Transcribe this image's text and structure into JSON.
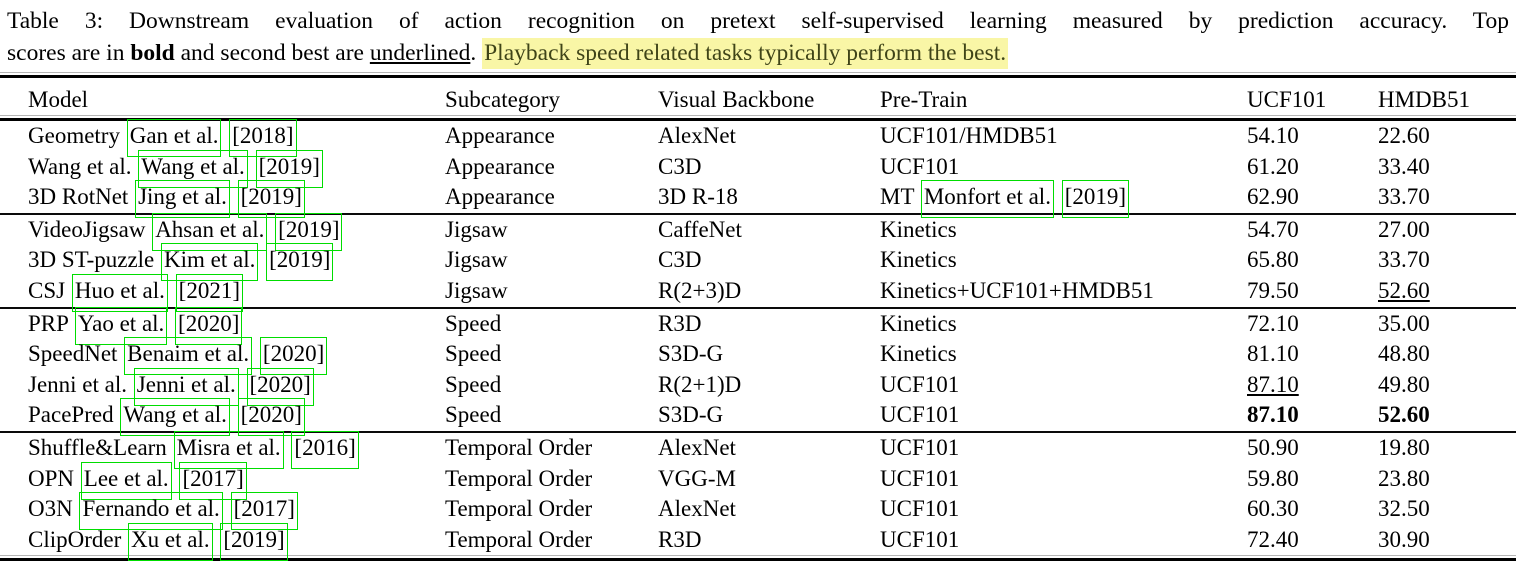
{
  "colors": {
    "highlight_bg": "#f9f6a6",
    "highlight_text": "#3f4418",
    "citation_box": "#00dd00"
  },
  "caption": {
    "line1": "Table 3: Downstream evaluation of action recognition on pretext self-supervised learning measured by prediction accuracy. Top",
    "line2_prefix": "scores are in ",
    "bold_word": "bold",
    "line2_mid": " and second best are ",
    "underlined_word": "underlined",
    "line2_sep": ". ",
    "highlighted_sentence": "Playback speed related tasks typically perform the best."
  },
  "table": {
    "headers": [
      "Model",
      "Subcategory",
      "Visual Backbone",
      "Pre-Train",
      "UCF101",
      "HMDB51"
    ],
    "groups": [
      {
        "name": "Appearance",
        "rows": [
          {
            "model": "Geometry",
            "cite_author": "Gan et al.",
            "cite_year": "[2018]",
            "subcategory": "Appearance",
            "backbone": "AlexNet",
            "pretrain": "UCF101/HMDB51",
            "pretrain_cite_author": "",
            "pretrain_cite_year": "",
            "ucf101": "54.10",
            "hmdb51": "22.60",
            "ucf101_style": "",
            "hmdb51_style": ""
          },
          {
            "model": "Wang et al.",
            "cite_author": "Wang et al.",
            "cite_year": "[2019]",
            "subcategory": "Appearance",
            "backbone": "C3D",
            "pretrain": "UCF101",
            "pretrain_cite_author": "",
            "pretrain_cite_year": "",
            "ucf101": "61.20",
            "hmdb51": "33.40",
            "ucf101_style": "",
            "hmdb51_style": ""
          },
          {
            "model": "3D RotNet",
            "cite_author": "Jing et al.",
            "cite_year": "[2019]",
            "subcategory": "Appearance",
            "backbone": "3D R-18",
            "pretrain": "MT",
            "pretrain_cite_author": "Monfort et al.",
            "pretrain_cite_year": "[2019]",
            "ucf101": "62.90",
            "hmdb51": "33.70",
            "ucf101_style": "",
            "hmdb51_style": ""
          }
        ]
      },
      {
        "name": "Jigsaw",
        "rows": [
          {
            "model": "VideoJigsaw",
            "cite_author": "Ahsan et al.",
            "cite_year": "[2019]",
            "subcategory": "Jigsaw",
            "backbone": "CaffeNet",
            "pretrain": "Kinetics",
            "pretrain_cite_author": "",
            "pretrain_cite_year": "",
            "ucf101": "54.70",
            "hmdb51": "27.00",
            "ucf101_style": "",
            "hmdb51_style": ""
          },
          {
            "model": "3D ST-puzzle",
            "cite_author": "Kim et al.",
            "cite_year": "[2019]",
            "subcategory": "Jigsaw",
            "backbone": "C3D",
            "pretrain": "Kinetics",
            "pretrain_cite_author": "",
            "pretrain_cite_year": "",
            "ucf101": "65.80",
            "hmdb51": "33.70",
            "ucf101_style": "",
            "hmdb51_style": ""
          },
          {
            "model": "CSJ",
            "cite_author": "Huo et al.",
            "cite_year": "[2021]",
            "subcategory": "Jigsaw",
            "backbone": "R(2+3)D",
            "pretrain": "Kinetics+UCF101+HMDB51",
            "pretrain_cite_author": "",
            "pretrain_cite_year": "",
            "ucf101": "79.50",
            "hmdb51": "52.60",
            "ucf101_style": "",
            "hmdb51_style": "underline"
          }
        ]
      },
      {
        "name": "Speed",
        "rows": [
          {
            "model": "PRP",
            "cite_author": "Yao et al.",
            "cite_year": "[2020]",
            "subcategory": "Speed",
            "backbone": "R3D",
            "pretrain": "Kinetics",
            "pretrain_cite_author": "",
            "pretrain_cite_year": "",
            "ucf101": "72.10",
            "hmdb51": "35.00",
            "ucf101_style": "",
            "hmdb51_style": ""
          },
          {
            "model": "SpeedNet",
            "cite_author": "Benaim et al.",
            "cite_year": "[2020]",
            "subcategory": "Speed",
            "backbone": "S3D-G",
            "pretrain": "Kinetics",
            "pretrain_cite_author": "",
            "pretrain_cite_year": "",
            "ucf101": "81.10",
            "hmdb51": "48.80",
            "ucf101_style": "",
            "hmdb51_style": ""
          },
          {
            "model": "Jenni et al.",
            "cite_author": "Jenni et al.",
            "cite_year": "[2020]",
            "subcategory": "Speed",
            "backbone": "R(2+1)D",
            "pretrain": "UCF101",
            "pretrain_cite_author": "",
            "pretrain_cite_year": "",
            "ucf101": "87.10",
            "hmdb51": "49.80",
            "ucf101_style": "underline",
            "hmdb51_style": ""
          },
          {
            "model": "PacePred",
            "cite_author": "Wang et al.",
            "cite_year": "[2020]",
            "subcategory": "Speed",
            "backbone": "S3D-G",
            "pretrain": "UCF101",
            "pretrain_cite_author": "",
            "pretrain_cite_year": "",
            "ucf101": "87.10",
            "hmdb51": "52.60",
            "ucf101_style": "bold",
            "hmdb51_style": "bold"
          }
        ]
      },
      {
        "name": "Temporal Order",
        "rows": [
          {
            "model": "Shuffle&Learn",
            "cite_author": "Misra et al.",
            "cite_year": "[2016]",
            "subcategory": "Temporal Order",
            "backbone": "AlexNet",
            "pretrain": "UCF101",
            "pretrain_cite_author": "",
            "pretrain_cite_year": "",
            "ucf101": "50.90",
            "hmdb51": "19.80",
            "ucf101_style": "",
            "hmdb51_style": ""
          },
          {
            "model": "OPN",
            "cite_author": "Lee et al.",
            "cite_year": "[2017]",
            "subcategory": "Temporal Order",
            "backbone": "VGG-M",
            "pretrain": "UCF101",
            "pretrain_cite_author": "",
            "pretrain_cite_year": "",
            "ucf101": "59.80",
            "hmdb51": "23.80",
            "ucf101_style": "",
            "hmdb51_style": ""
          },
          {
            "model": "O3N",
            "cite_author": "Fernando et al.",
            "cite_year": "[2017]",
            "subcategory": "Temporal Order",
            "backbone": "AlexNet",
            "pretrain": "UCF101",
            "pretrain_cite_author": "",
            "pretrain_cite_year": "",
            "ucf101": "60.30",
            "hmdb51": "32.50",
            "ucf101_style": "",
            "hmdb51_style": ""
          },
          {
            "model": "ClipOrder",
            "cite_author": "Xu et al.",
            "cite_year": "[2019]",
            "subcategory": "Temporal Order",
            "backbone": "R3D",
            "pretrain": "UCF101",
            "pretrain_cite_author": "",
            "pretrain_cite_year": "",
            "ucf101": "72.40",
            "hmdb51": "30.90",
            "ucf101_style": "",
            "hmdb51_style": ""
          }
        ]
      }
    ]
  }
}
